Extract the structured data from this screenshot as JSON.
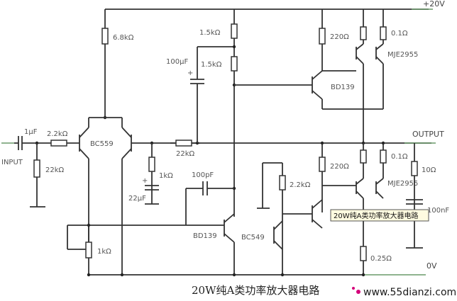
{
  "rails": {
    "supply": "+20V",
    "ground": "0V",
    "output": "OUTPUT",
    "input": "INPUT"
  },
  "labels": {
    "r_6k8": "6.8kΩ",
    "r_1k5_top": "1.5kΩ",
    "r_1k5_mid": "1.5kΩ",
    "c_100u": "100μF",
    "r_220_top": "220Ω",
    "r_01_top": "0.1Ω",
    "q_mje2955_top": "MJE2955",
    "q_bd139_top": "BD139",
    "c_1u": "1μF",
    "r_2k2_in": "2.2kΩ",
    "q_bc559": "BC559",
    "r_22k_in": "22kΩ",
    "r_22k_fb": "22kΩ",
    "r_1k": "1kΩ",
    "c_22u": "22μF",
    "c_100p": "100pF",
    "r_2k2_bias": "2.2kΩ",
    "r_220_bot": "220Ω",
    "r_01_bot": "0.1Ω",
    "r_10": "10Ω",
    "q_mje2955_bot": "MJE2955",
    "c_100n": "100nF",
    "q_bd139_bot": "BD139",
    "q_bc549": "BC549",
    "pot_1k": "1kΩ",
    "r_025": "0.25Ω"
  },
  "tooltip": "20W纯A类功率放大器电路",
  "caption": "20W纯A类功率放大器电路",
  "watermark": "www.55dianzi.com",
  "accent_color": "#d4007a"
}
